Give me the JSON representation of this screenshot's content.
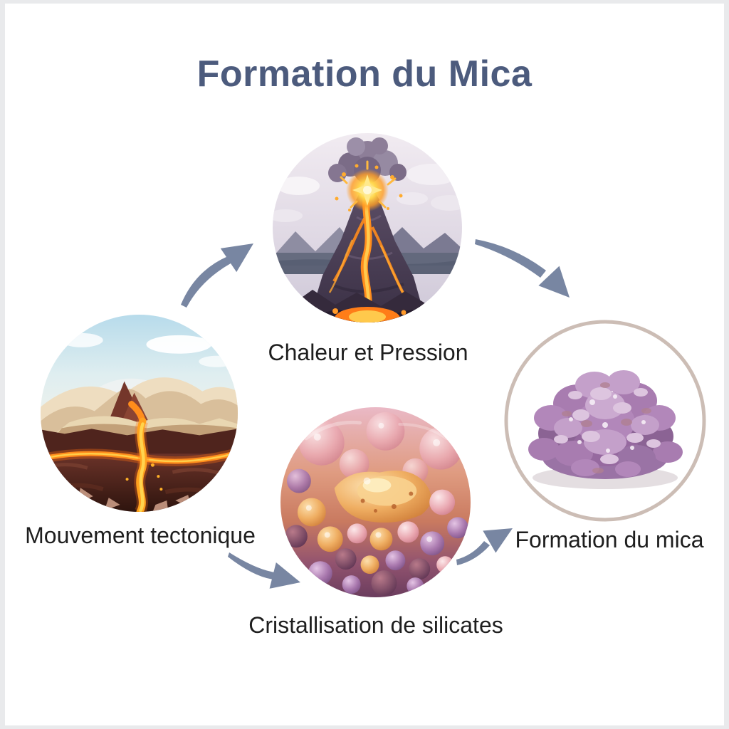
{
  "title": "Formation du Mica",
  "steps": [
    {
      "label": "Chaleur et Pression",
      "illustration": "volcano-eruption"
    },
    {
      "label": "Mouvement tectonique",
      "illustration": "tectonic-landscape-with-lava-fissure"
    },
    {
      "label": "Cristallisation de silicates",
      "illustration": "molten-silicate-crystallization"
    },
    {
      "label": "Formation du mica",
      "illustration": "purple-mica-mineral-cluster"
    }
  ],
  "flow": [
    {
      "from": "Mouvement tectonique",
      "to": "Chaleur et Pression"
    },
    {
      "from": "Chaleur et Pression",
      "to": "Formation du mica"
    },
    {
      "from": "Mouvement tectonique",
      "to": "Cristallisation de silicates"
    },
    {
      "from": "Cristallisation de silicates",
      "to": "Formation du mica"
    }
  ],
  "colors": {
    "title": "#4c5b7d",
    "label": "#1e1e1e",
    "arrow": "#7886a2",
    "canvas": "#ffffff",
    "frame": "#e9eaec",
    "mica_ring": "#ccbdb5"
  }
}
